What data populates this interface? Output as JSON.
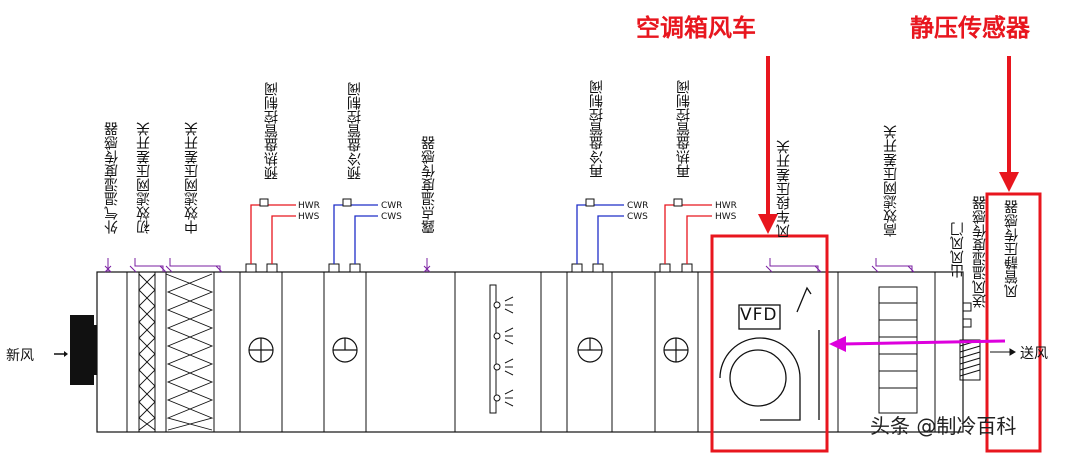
{
  "callouts": {
    "fan": "空调箱风车",
    "pressure_sensor": "静压传感器"
  },
  "labels": {
    "outdoor_th_sensor": "外气温湿度传感器",
    "primary_filter_dp": "初效滤网压差开关",
    "medium_filter_dp": "中效滤网压差开关",
    "preheat_valve": "预热盘管控制阀",
    "precool_valve": "预冷盘管控制阀",
    "dewpoint_sensor": "露点温度传感器",
    "recool_valve": "再冷盘管控制阀",
    "reheat_valve": "再热盘管控制阀",
    "fan_dp_switch": "风车段压差开关",
    "hepa_filter_dp": "高效滤网压差开关",
    "outlet_damper": "出风风门",
    "supply_th_sensor": "送风温湿度传感器",
    "duct_static_sensor": "风管静压传感器",
    "fresh_air": "新风",
    "supply_air": "送风",
    "vfd": "VFD"
  },
  "pipes": {
    "preheat": [
      "HWR",
      "HWS"
    ],
    "precool": [
      "CWR",
      "CWS"
    ],
    "recool": [
      "CWR",
      "CWS"
    ],
    "reheat": [
      "HWR",
      "HWS"
    ]
  },
  "watermark": "头条 @制冷百科",
  "colors": {
    "callout": "#e8161e",
    "arrow": "#dd00dd",
    "hot": "#e8161e",
    "cold": "#1f2ec8",
    "line": "#111111"
  }
}
